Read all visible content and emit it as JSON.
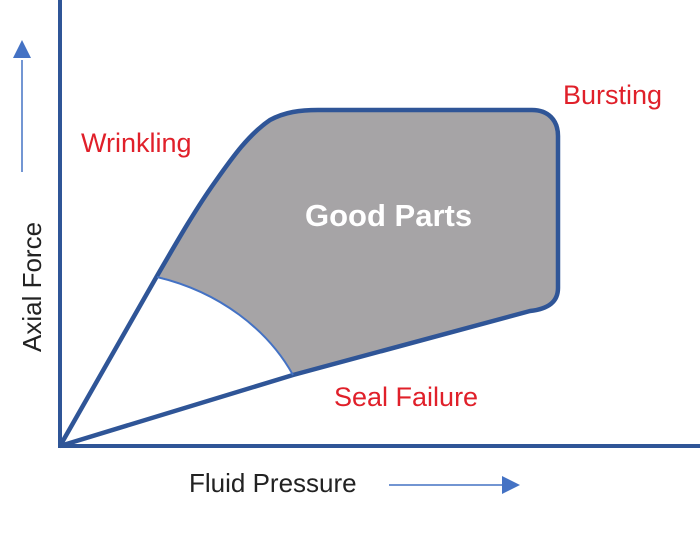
{
  "diagram": {
    "type": "process-window",
    "x_axis_label": "Fluid Pressure",
    "y_axis_label": "Axial Force",
    "region_label": "Good Parts",
    "boundary_labels": {
      "wrinkling": "Wrinkling",
      "bursting": "Bursting",
      "seal_failure": "Seal Failure"
    },
    "colors": {
      "axis": "#2f5597",
      "boundary": "#2f5597",
      "region_fill": "#a6a4a6",
      "label_red": "#e0202a",
      "arrow": "#4472c4"
    }
  }
}
